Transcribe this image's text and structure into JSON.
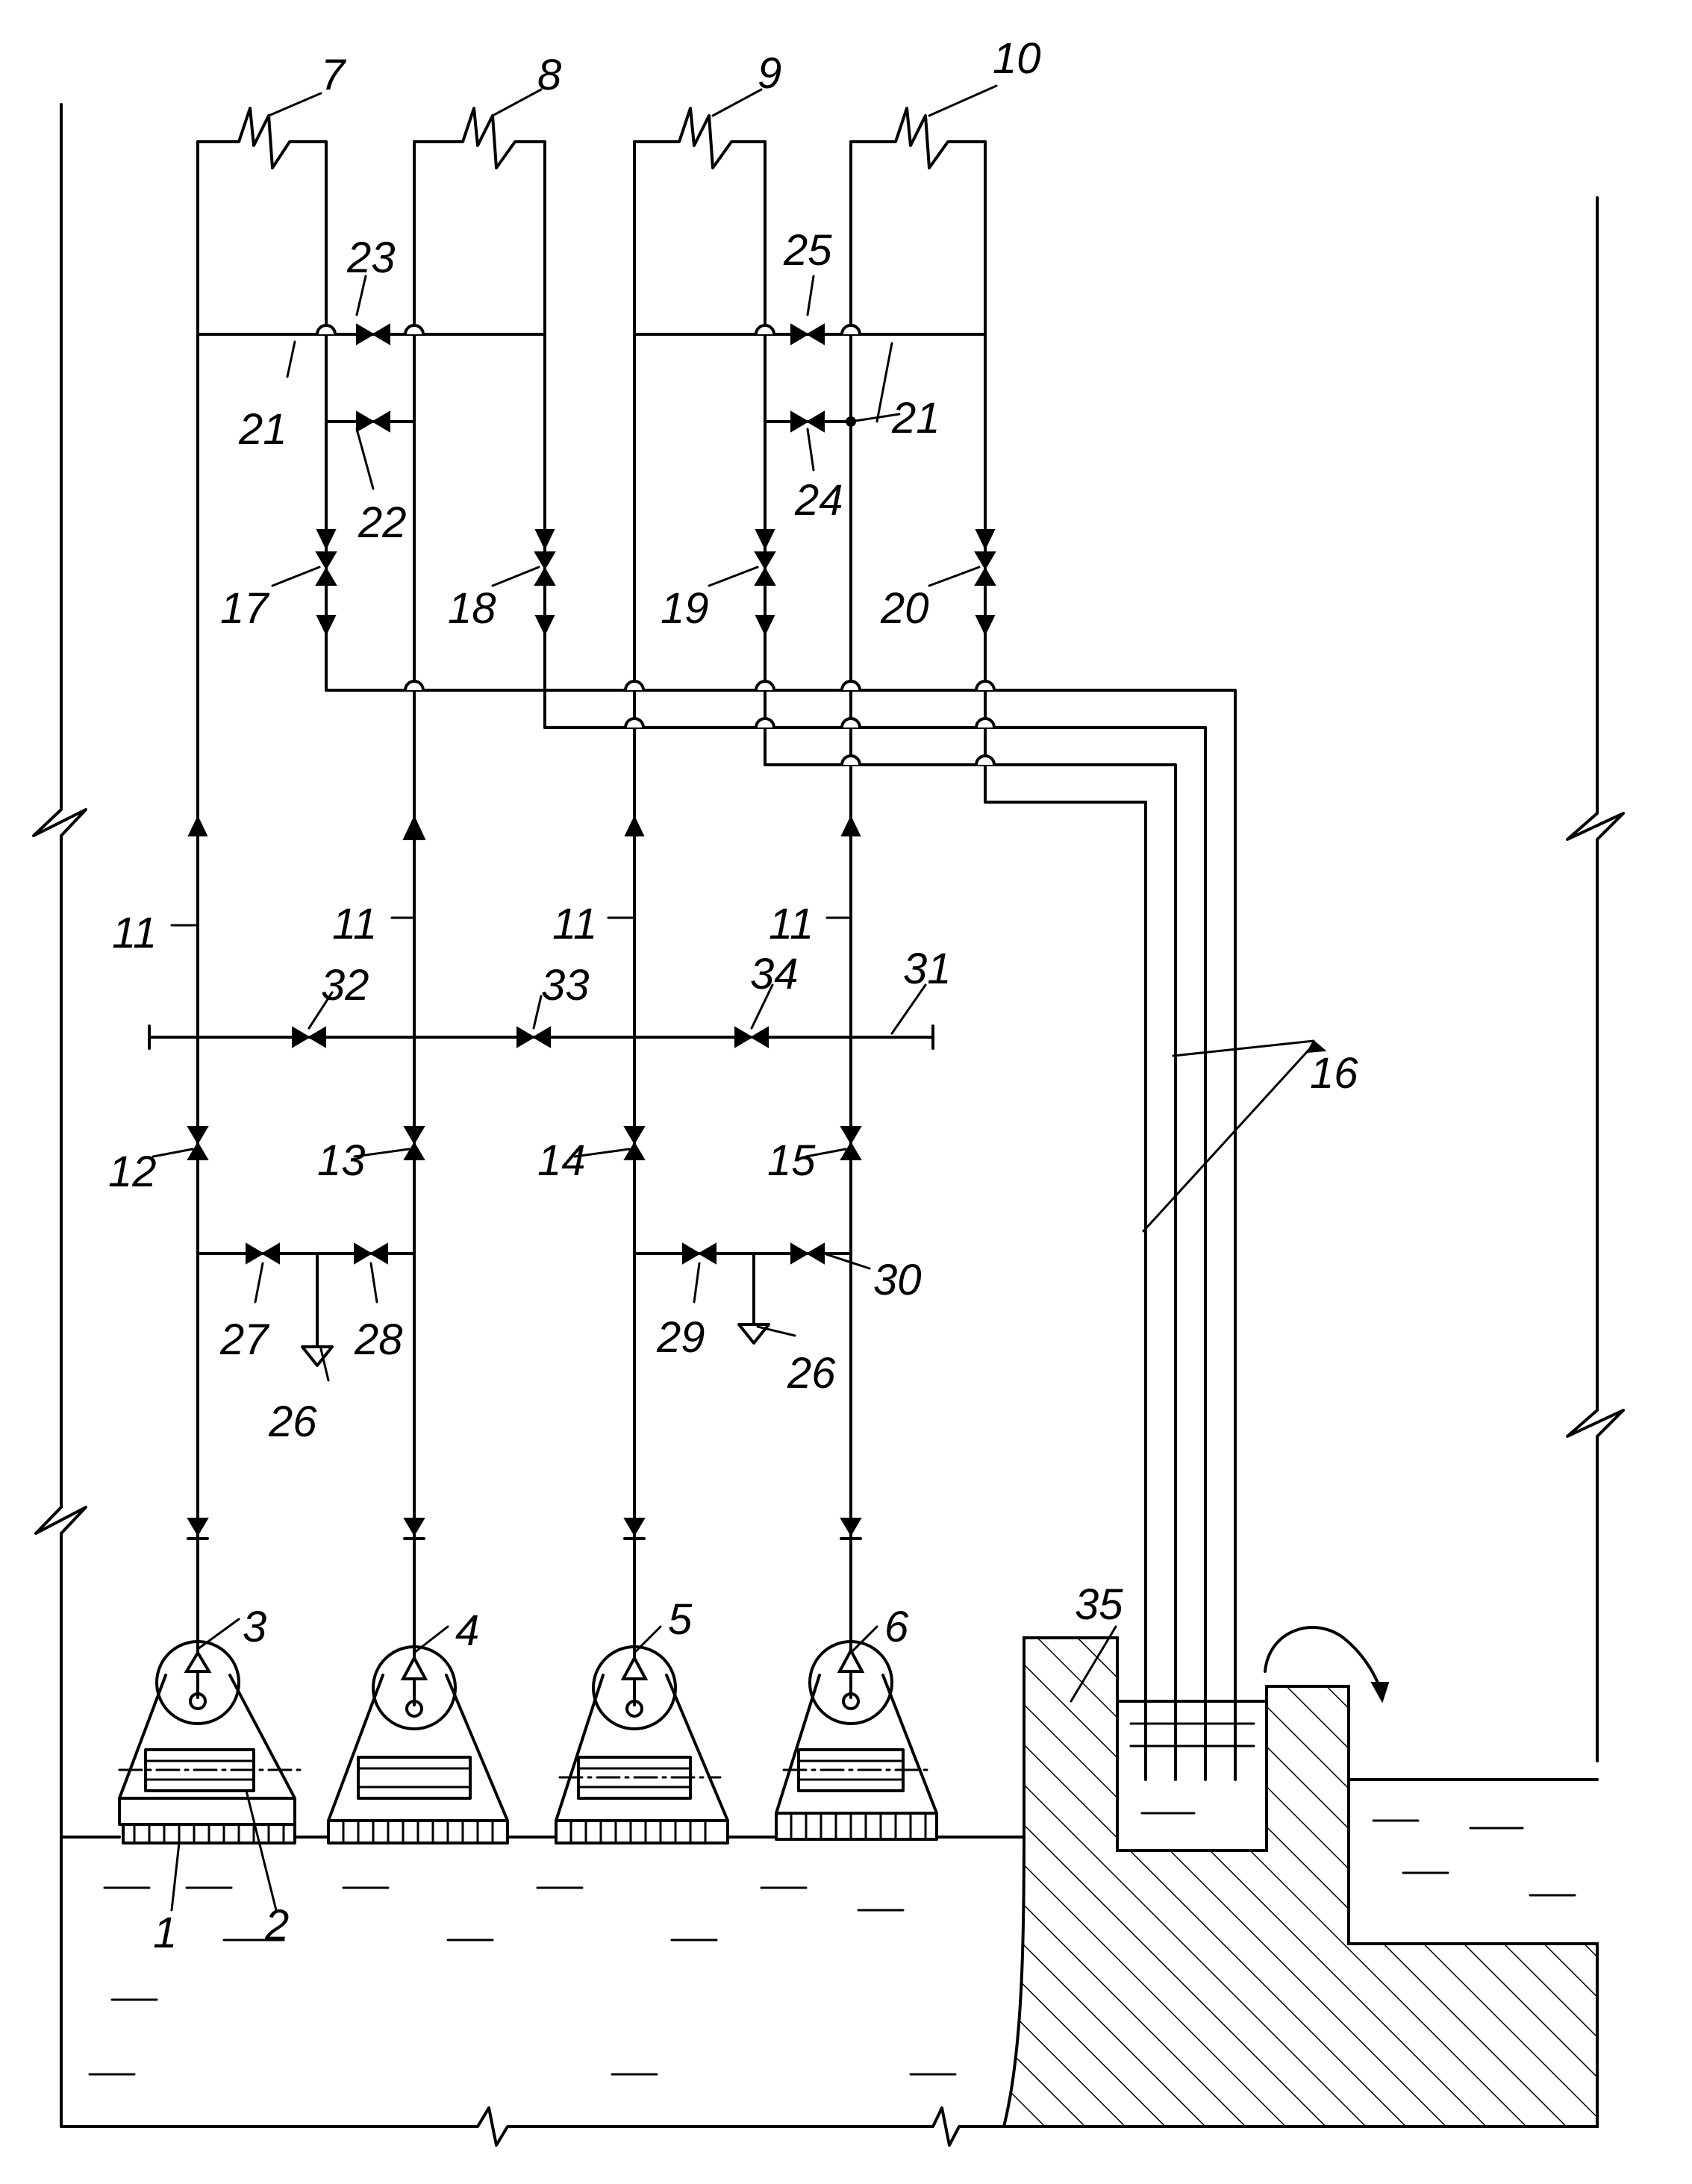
{
  "labels": {
    "l1": "1",
    "l2": "2",
    "l3": "3",
    "l4": "4",
    "l5": "5",
    "l6": "6",
    "l7": "7",
    "l8": "8",
    "l9": "9",
    "l10": "10",
    "l11a": "11",
    "l11b": "11",
    "l11c": "11",
    "l11d": "11",
    "l12": "12",
    "l13": "13",
    "l14": "14",
    "l15": "15",
    "l16": "16",
    "l17": "17",
    "l18": "18",
    "l19": "19",
    "l20": "20",
    "l21a": "21",
    "l21b": "21",
    "l22": "22",
    "l23": "23",
    "l24": "24",
    "l25": "25",
    "l26a": "26",
    "l26b": "26",
    "l27": "27",
    "l28": "28",
    "l29": "29",
    "l30": "30",
    "l31": "31",
    "l32": "32",
    "l33": "33",
    "l34": "34",
    "l35": "35"
  }
}
